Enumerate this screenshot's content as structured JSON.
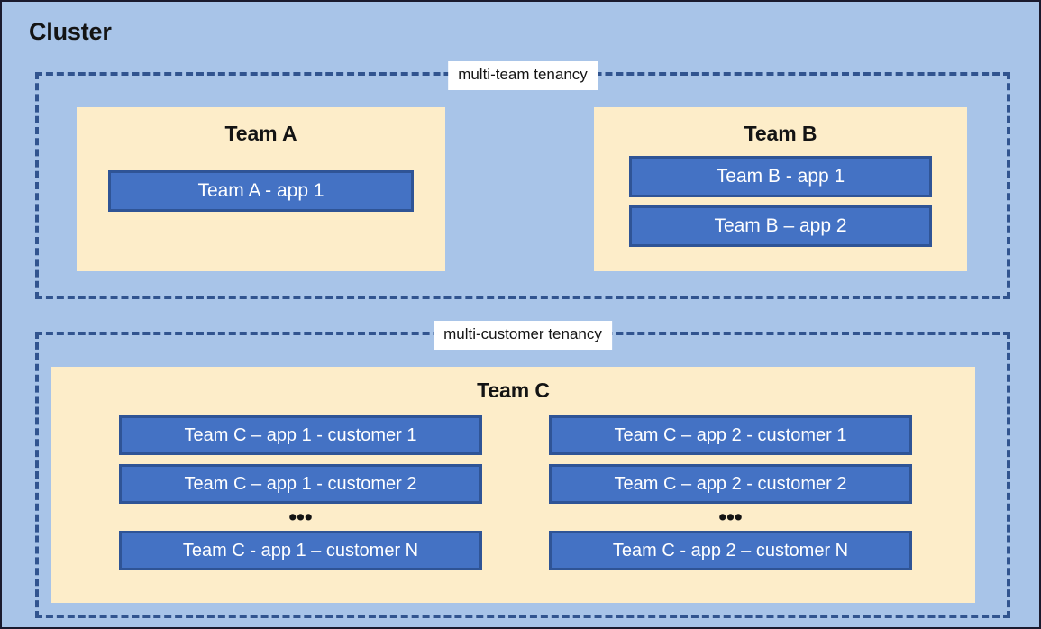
{
  "cluster": {
    "title": "Cluster",
    "background_color": "#a8c4e8",
    "border_color": "#1a1a2e"
  },
  "colors": {
    "panel_cream": "#fdedc9",
    "app_fill": "#4472c4",
    "app_border": "#2f5496",
    "dashed_border": "#31548f",
    "label_background": "#ffffff",
    "text_dark": "#141414",
    "text_light": "#ffffff"
  },
  "zones": [
    {
      "id": "multi-team",
      "label": "multi-team tenancy",
      "teams": [
        {
          "id": "team-a",
          "title": "Team A",
          "apps": [
            {
              "label": "Team A - app 1"
            }
          ]
        },
        {
          "id": "team-b",
          "title": "Team B",
          "apps": [
            {
              "label": "Team B - app 1"
            },
            {
              "label": "Team B – app 2"
            }
          ]
        }
      ]
    },
    {
      "id": "multi-customer",
      "label": "multi-customer tenancy",
      "teams": [
        {
          "id": "team-c",
          "title": "Team C",
          "columns": [
            {
              "id": "app-1",
              "apps": [
                {
                  "label": "Team C – app 1 - customer 1"
                },
                {
                  "label": "Team C – app 1 - customer 2"
                }
              ],
              "ellipsis": "•••",
              "last_app": {
                "label": "Team C - app 1 – customer N"
              }
            },
            {
              "id": "app-2",
              "apps": [
                {
                  "label": "Team C – app 2 - customer 1"
                },
                {
                  "label": "Team C – app 2 - customer 2"
                }
              ],
              "ellipsis": "•••",
              "last_app": {
                "label": "Team C - app 2 – customer N"
              }
            }
          ]
        }
      ]
    }
  ]
}
